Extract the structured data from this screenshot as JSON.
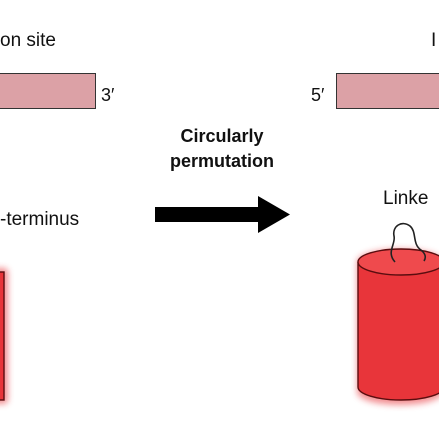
{
  "left_panel": {
    "header_text": "on site",
    "end_label": "3′",
    "terminus_label": "-terminus"
  },
  "middle": {
    "process_title": "Circularly permutation"
  },
  "right_panel": {
    "header_text": "I",
    "end_label": "5′",
    "linker_label": "Linke"
  },
  "colors": {
    "gene_bar_fill": "#dca1a6",
    "protein_red": "#e8353a",
    "protein_top": "#ef4a4d",
    "arrow": "#000000"
  }
}
